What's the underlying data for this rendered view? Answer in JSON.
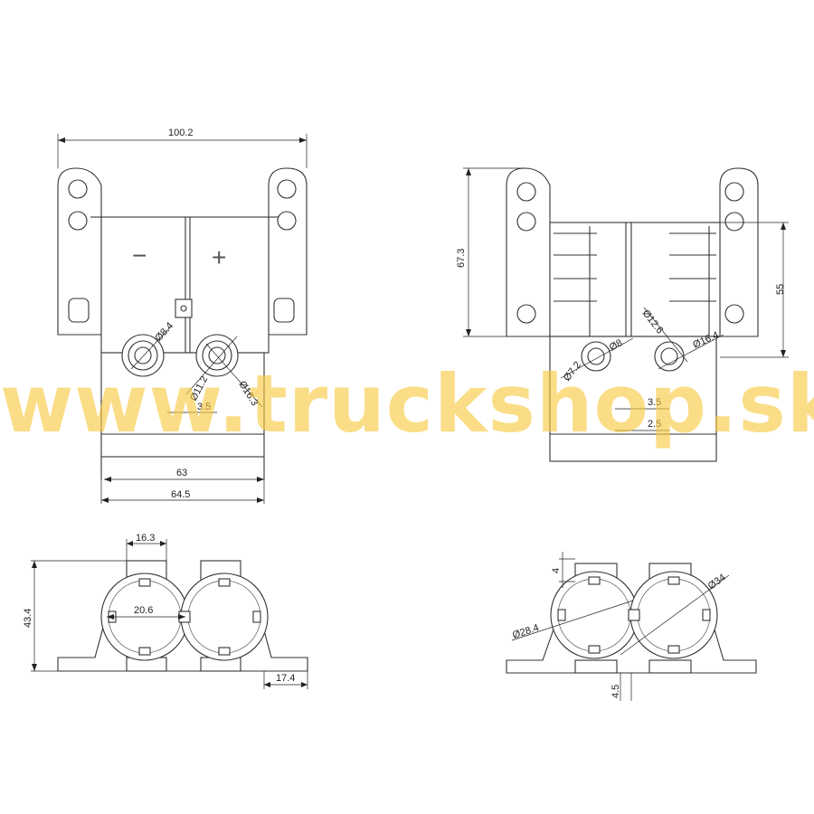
{
  "watermark": "www.truckshop.sk",
  "colors": {
    "line": "#333333",
    "watermark": "#f7c83c",
    "background": "#ffffff"
  },
  "front_view": {
    "dims": {
      "width_total": "100.2",
      "width_a": "63",
      "width_b": "64.5",
      "gap": "3.5",
      "hole_small": "Ø8.4",
      "hole_mid": "Ø11.2",
      "hole_large": "Ø16.3"
    },
    "symbols": {
      "minus": "−",
      "plus": "+"
    }
  },
  "side_view": {
    "dims": {
      "height_total": "67.3",
      "height_b": "55",
      "gap_a": "3.5",
      "gap_b": "2.5",
      "hole_a": "Ø7.2",
      "hole_b": "Ø8",
      "hole_c": "Ø12.6",
      "hole_d": "Ø16.4"
    }
  },
  "top_view": {
    "dims": {
      "width": "16.3",
      "height": "43.4",
      "inner": "20.6",
      "foot": "17.4"
    }
  },
  "section_view": {
    "dims": {
      "top": "4",
      "dia_a": "Ø28.4",
      "dia_b": "Ø34",
      "bottom": "4.5"
    }
  }
}
